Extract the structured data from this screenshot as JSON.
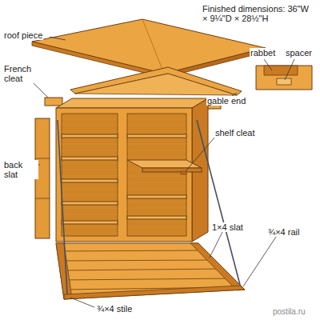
{
  "diagram": {
    "labels": [
      "Finished dimensions: 36\"W × 9¼\"D × 28½\"H",
      "roof piece",
      "French cleat",
      "gable end",
      "rabbet",
      "spacer",
      "back slat",
      "shelf cleat",
      "1×4 slat",
      "¾×4 rail",
      "¾×4 stile",
      "postila.ru"
    ]
  }
}
